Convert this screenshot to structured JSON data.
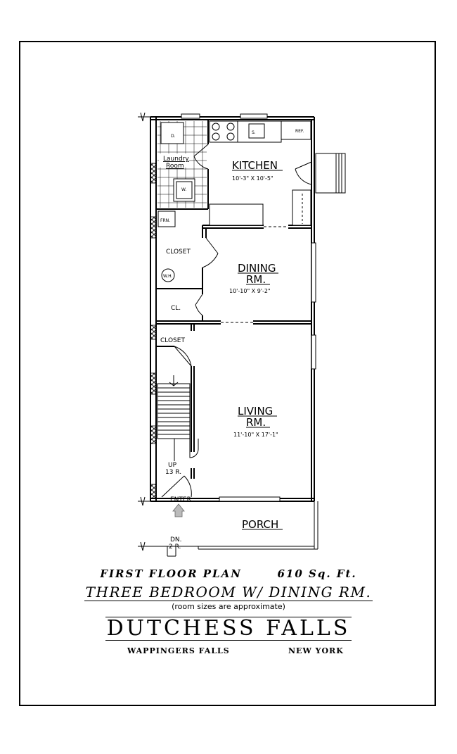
{
  "plan": {
    "rooms": {
      "kitchen": {
        "name": "KITCHEN",
        "size": "10'-3\" X 10'-5\""
      },
      "dining": {
        "name_line1": "DINING",
        "name_line2": "RM.",
        "size": "10'-10\" X 9'-2\""
      },
      "living": {
        "name_line1": "LIVING",
        "name_line2": "RM.",
        "size": "11'-10\" X 17'-1\""
      },
      "laundry_line1": "Laundry",
      "laundry_line2": "Room",
      "closet_upper": "CLOSET",
      "closet_hall": "CLOSET",
      "cl": "CL.",
      "porch": "PORCH"
    },
    "fixtures": {
      "refrigerator": "REF.",
      "furnace": "FRN.",
      "water_heater": "W.H.",
      "dryer": "D.",
      "washer": "W.",
      "sink": "S."
    },
    "stairs": {
      "line1": "UP",
      "line2": "13 R."
    },
    "entry": "ENTER",
    "porch_steps": {
      "line1": "DN.",
      "line2": "2 R."
    }
  },
  "footer": {
    "plan_title": "FIRST   FLOOR   PLAN",
    "area": "610 Sq. Ft.",
    "model": "THREE BEDROOM W/ DINING RM.",
    "note": "(room sizes are approximate)",
    "community": "DUTCHESS FALLS",
    "town": "WAPPINGERS FALLS",
    "state": "NEW YORK"
  }
}
